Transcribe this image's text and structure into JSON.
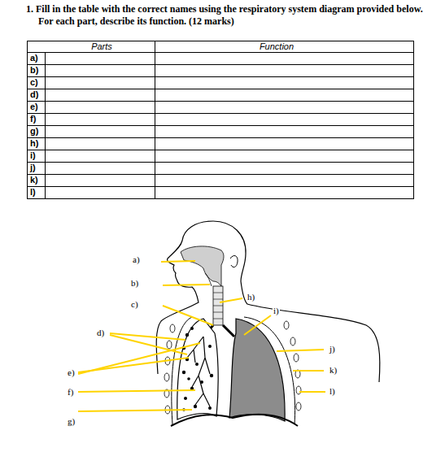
{
  "diagram": {
    "title": "1. Fill in the table with the correct names using the respiratory system diagram provided below.  For each part, describe its function.  (12 marks)",
    "labels": [
      "Parts",
      "Function",
      "a)",
      "b)",
      "c)",
      "d)",
      "e)",
      "f)",
      "g)",
      "h)",
      "i)",
      "j)",
      "k)",
      "l)",
      "a)",
      "b)",
      "c)",
      "h)",
      "i)",
      "d)",
      "j)",
      "k)",
      "e)",
      "l)",
      "f)",
      "g)"
    ]
  }
}
